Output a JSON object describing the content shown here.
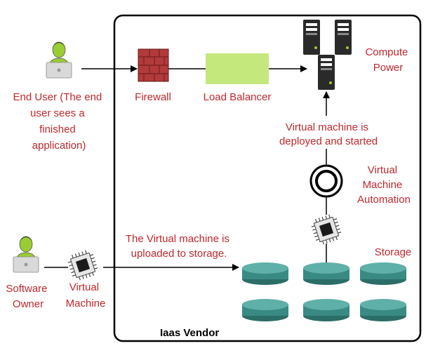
{
  "vendor_box": {
    "label": "Iaas Vendor"
  },
  "end_user": {
    "lines": [
      "End User (The end",
      "user sees a",
      "finished",
      "application)"
    ]
  },
  "firewall": {
    "label": "Firewall"
  },
  "load_balancer": {
    "label": "Load Balancer",
    "color": "#c5e87c"
  },
  "compute": {
    "lines": [
      "Compute",
      "Power"
    ]
  },
  "deploy": {
    "lines": [
      "Virtual machine is",
      "deployed and started"
    ]
  },
  "automation": {
    "lines": [
      "Virtual",
      "Machine",
      "Automation"
    ]
  },
  "storage": {
    "label": "Storage",
    "color": "#3a8a84"
  },
  "upload": {
    "lines": [
      "The Virtual machine is",
      "uploaded to storage."
    ]
  },
  "software_owner": {
    "lines": [
      "Software",
      "Owner"
    ]
  },
  "virtual_machine": {
    "lines": [
      "Virtual",
      "Machine"
    ]
  },
  "colors": {
    "text_red": "#c0282d",
    "person_green": "#9acd32",
    "server_dark": "#2a2a2a"
  }
}
